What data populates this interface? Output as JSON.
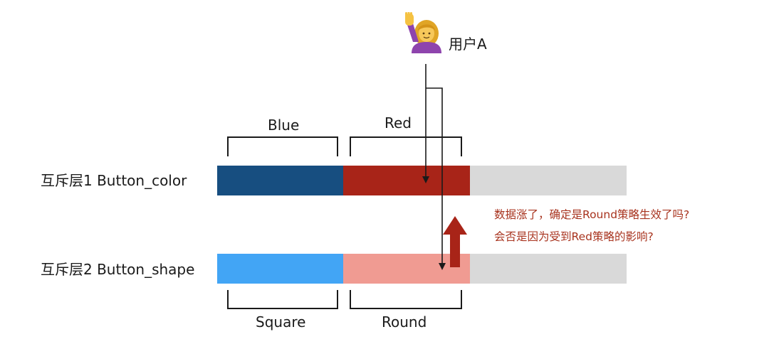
{
  "user": {
    "icon": "person-raising-hand-icon",
    "name": "用户A"
  },
  "layer1": {
    "label": "互斥层1 Button_color",
    "groups": [
      {
        "label": "Blue",
        "color": "#174e80"
      },
      {
        "label": "Red",
        "color": "#a82418"
      }
    ],
    "remainder_color": "#d9d9d9"
  },
  "layer2": {
    "label": "互斥层2 Button_shape",
    "groups": [
      {
        "label": "Square",
        "color": "#42a5f5"
      },
      {
        "label": "Round",
        "color": "#f09b92"
      }
    ],
    "remainder_color": "#d9d9d9"
  },
  "annotation": {
    "line1": "数据涨了，确定是Round策略生效了吗?",
    "line2": "会否是因为受到Red策略的影响?",
    "color": "#a82418"
  }
}
